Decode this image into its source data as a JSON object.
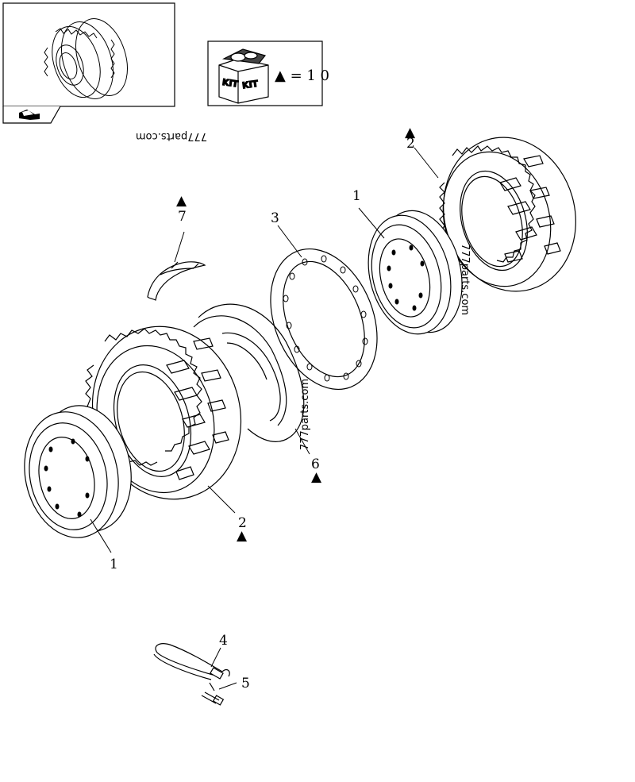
{
  "kit_box": {
    "kit_label_1": "KIT",
    "kit_label_2": "KIT",
    "legend": "▲ = 1  0"
  },
  "watermarks": [
    "777parts.com",
    "777parts.com",
    "777parts.com"
  ],
  "callouts": {
    "left_rim": "1",
    "right_rim": "1",
    "left_tire": "2",
    "right_tire": "2",
    "spacer_ring": "3",
    "cable": "4",
    "valve": "5",
    "flap": "6",
    "tube": "7",
    "triangle": "▲"
  }
}
